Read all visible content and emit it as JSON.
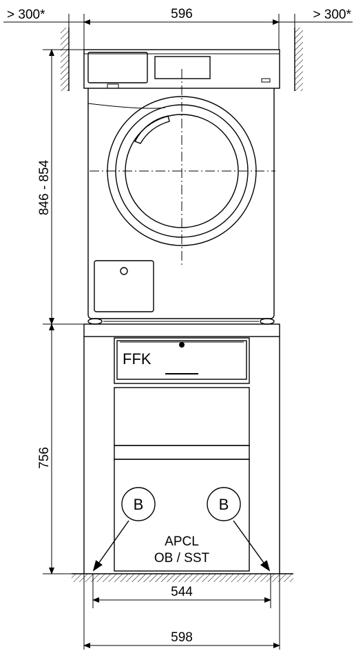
{
  "dimensions": {
    "side_clearance_left": "> 300*",
    "top_width": "596",
    "side_clearance_right": "> 300*",
    "dryer_height": "846 - 854",
    "pedestal_height": "756",
    "inner_width": "544",
    "base_width": "598"
  },
  "labels": {
    "drawer": "FFK",
    "callout_left": "B",
    "callout_right": "B",
    "option_line1": "APCL",
    "option_line2": "OB / SST"
  }
}
